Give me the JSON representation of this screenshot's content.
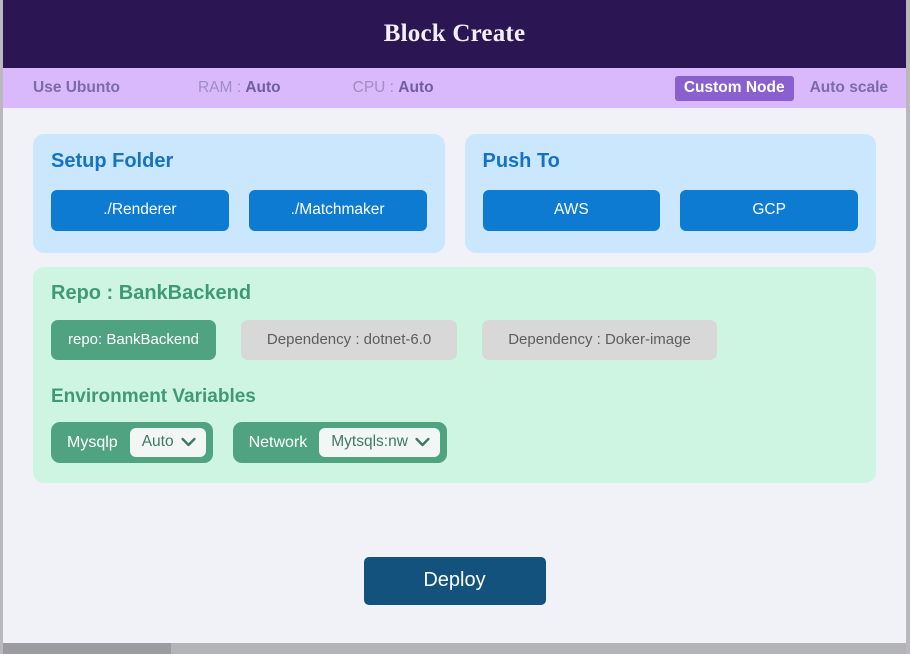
{
  "window": {
    "title": "Block Create"
  },
  "toolbar": {
    "os_label": "Use Ubunto",
    "ram_label": "RAM : ",
    "ram_value": "Auto",
    "cpu_label": "CPU : ",
    "cpu_value": "Auto",
    "custom_node_label": "Custom Node",
    "auto_scale_label": "Auto scale",
    "active_chip": "Custom Node",
    "accent_bg": "#d9b8fb",
    "chip_bg": "#8a5fce"
  },
  "setup_folder": {
    "title": "Setup Folder",
    "buttons": [
      {
        "label": "./Renderer"
      },
      {
        "label": "./Matchmaker"
      }
    ],
    "card_bg": "#cbe7fd",
    "button_bg": "#0c7bd1"
  },
  "push_to": {
    "title": "Push To",
    "buttons": [
      {
        "label": "AWS"
      },
      {
        "label": "GCP"
      }
    ],
    "card_bg": "#cbe7fd",
    "button_bg": "#0c7bd1"
  },
  "repo": {
    "title": "Repo : BankBackend",
    "chips": [
      {
        "label": "repo: BankBackend",
        "style": "active"
      },
      {
        "label": "Dependency : dotnet-6.0",
        "style": "muted"
      },
      {
        "label": "Dependency : Doker-image",
        "style": "muted"
      }
    ],
    "card_bg": "#cdf5e1",
    "accent": "#4fa380"
  },
  "environment_variables": {
    "title": "Environment Variables",
    "items": [
      {
        "name": "Mysqlp",
        "value": "Auto",
        "caret": "chevron-down-icon"
      },
      {
        "name": "Network",
        "value": "Mytsqls:nw",
        "caret": "chevron-down-icon"
      }
    ]
  },
  "actions": {
    "deploy_label": "Deploy",
    "deploy_bg": "#13527c"
  }
}
